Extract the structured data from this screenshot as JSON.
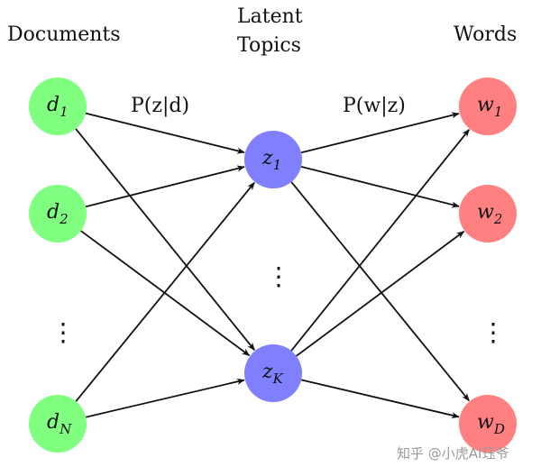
{
  "headers": {
    "documents": "Documents",
    "latent_topics_line1": "Latent",
    "latent_topics_line2": "Topics",
    "words": "Words"
  },
  "edge_labels": {
    "p_z_given_d": "P(z|d)",
    "p_w_given_z": "P(w|z)"
  },
  "nodes": {
    "documents": [
      {
        "id": "d1",
        "base": "d",
        "sub": "1"
      },
      {
        "id": "d2",
        "base": "d",
        "sub": "2"
      },
      {
        "id": "dN",
        "base": "d",
        "sub": "N"
      }
    ],
    "topics": [
      {
        "id": "z1",
        "base": "z",
        "sub": "1"
      },
      {
        "id": "zK",
        "base": "z",
        "sub": "K"
      }
    ],
    "words": [
      {
        "id": "w1",
        "base": "w",
        "sub": "1"
      },
      {
        "id": "w2",
        "base": "w",
        "sub": "2"
      },
      {
        "id": "wD",
        "base": "w",
        "sub": "D"
      }
    ]
  },
  "edges": [
    [
      "d1",
      "z1"
    ],
    [
      "d1",
      "zK"
    ],
    [
      "d2",
      "z1"
    ],
    [
      "d2",
      "zK"
    ],
    [
      "dN",
      "z1"
    ],
    [
      "dN",
      "zK"
    ],
    [
      "z1",
      "w1"
    ],
    [
      "z1",
      "w2"
    ],
    [
      "z1",
      "wD"
    ],
    [
      "zK",
      "w1"
    ],
    [
      "zK",
      "w2"
    ],
    [
      "zK",
      "wD"
    ]
  ],
  "colors": {
    "document_node": "#80ff80",
    "topic_node": "#8080ff",
    "word_node": "#ff8080",
    "edge": "#111111"
  },
  "ellipsis": "⋮",
  "watermark": "知乎 @小虎AI珏爷"
}
